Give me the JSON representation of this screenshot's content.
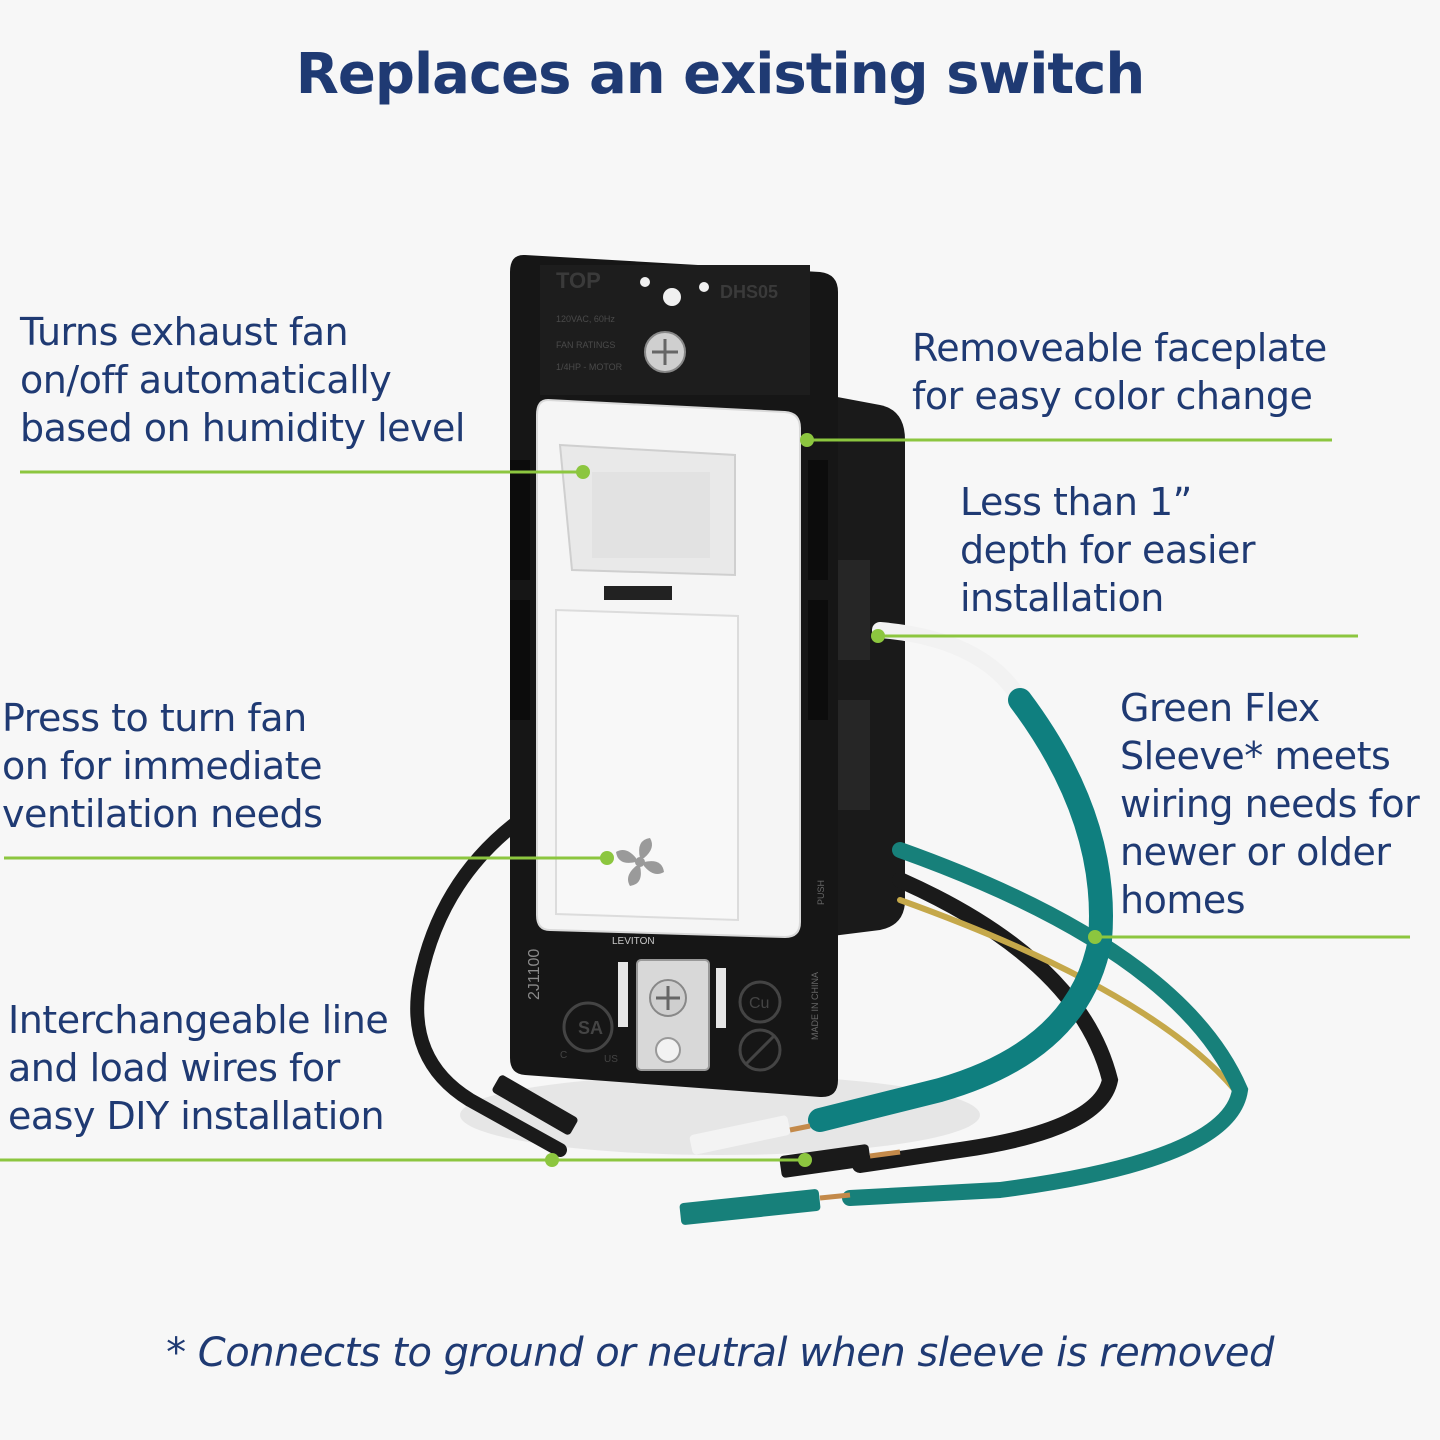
{
  "title": "Replaces an existing switch",
  "callouts": {
    "humidity": {
      "lines": [
        "Turns exhaust fan",
        "on/off automatically",
        "based on humidity level"
      ]
    },
    "press": {
      "lines": [
        "Press to turn fan",
        "on for immediate",
        "ventilation needs"
      ]
    },
    "wires": {
      "lines": [
        "Interchangeable line",
        "and load wires for",
        "easy DIY installation"
      ]
    },
    "faceplate": {
      "lines": [
        "Removeable faceplate",
        "for easy color change"
      ]
    },
    "depth": {
      "lines": [
        "Less than 1”",
        "depth for easier",
        "installation"
      ]
    },
    "sleeve": {
      "lines": [
        "Green Flex",
        "Sleeve* meets",
        "wiring needs for",
        "newer or older",
        "homes"
      ]
    }
  },
  "footnote": "* Connects to ground or neutral when sleeve is removed",
  "device": {
    "strap_top_label": "TOP",
    "model": "DHS05",
    "ratings_line1": "120VAC, 60Hz",
    "ratings_line2": "FAN RATINGS",
    "ratings_line3": "1/4HP - MOTOR",
    "brand": "LEVITON",
    "date_code": "2J1100",
    "cu_mark": "Cu",
    "origin": "MADE IN CHINA",
    "push_label": "PUSH",
    "csa_mark": "SA",
    "csa_c": "C",
    "csa_us": "US",
    "fan_icon": "fan-icon"
  },
  "colors": {
    "title": "#1f3a73",
    "leader": "#8cc63f",
    "sleeve": "#0f7f7f",
    "wire": "#1a1a1a",
    "switch_body": "#111111",
    "faceplate": "#f4f4f4"
  }
}
